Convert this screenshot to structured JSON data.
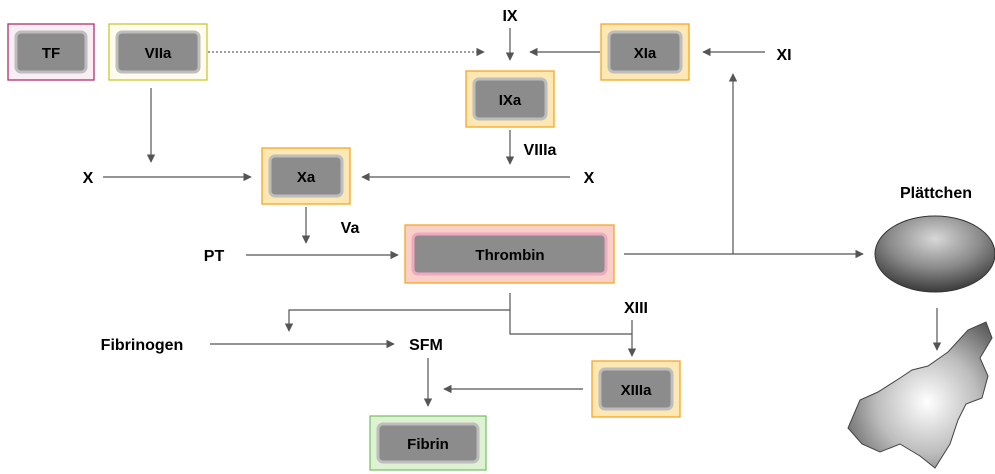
{
  "nodes": {
    "tf": "TF",
    "viia": "VIIa",
    "ix": "IX",
    "xia": "XIa",
    "xi": "XI",
    "ixa": "IXa",
    "viiia": "VIIIa",
    "x_left": "X",
    "xa": "Xa",
    "x_right": "X",
    "va": "Va",
    "pt": "PT",
    "thrombin": "Thrombin",
    "plaettchen": "Plättchen",
    "xiii": "XIII",
    "fibrinogen": "Fibrinogen",
    "sfm": "SFM",
    "xiiia": "XIIIa",
    "fibrin": "Fibrin"
  },
  "colors": {
    "box_fill": "#8c8c8c",
    "box_border": "#bdbdbd",
    "tf_outer": "#f9eef3",
    "tf_border": "#b03070",
    "viia_outer": "#fffcee",
    "viia_border": "#c8c832",
    "orange_outer": "#fde8b4",
    "orange_border": "#f5a623",
    "thrombin_outer": "#f8d0c8",
    "thrombin_inner_border": "#f0a8c0",
    "fibrin_outer": "#dff1d3",
    "fibrin_border": "#7cc26a",
    "edge": "#555555"
  }
}
